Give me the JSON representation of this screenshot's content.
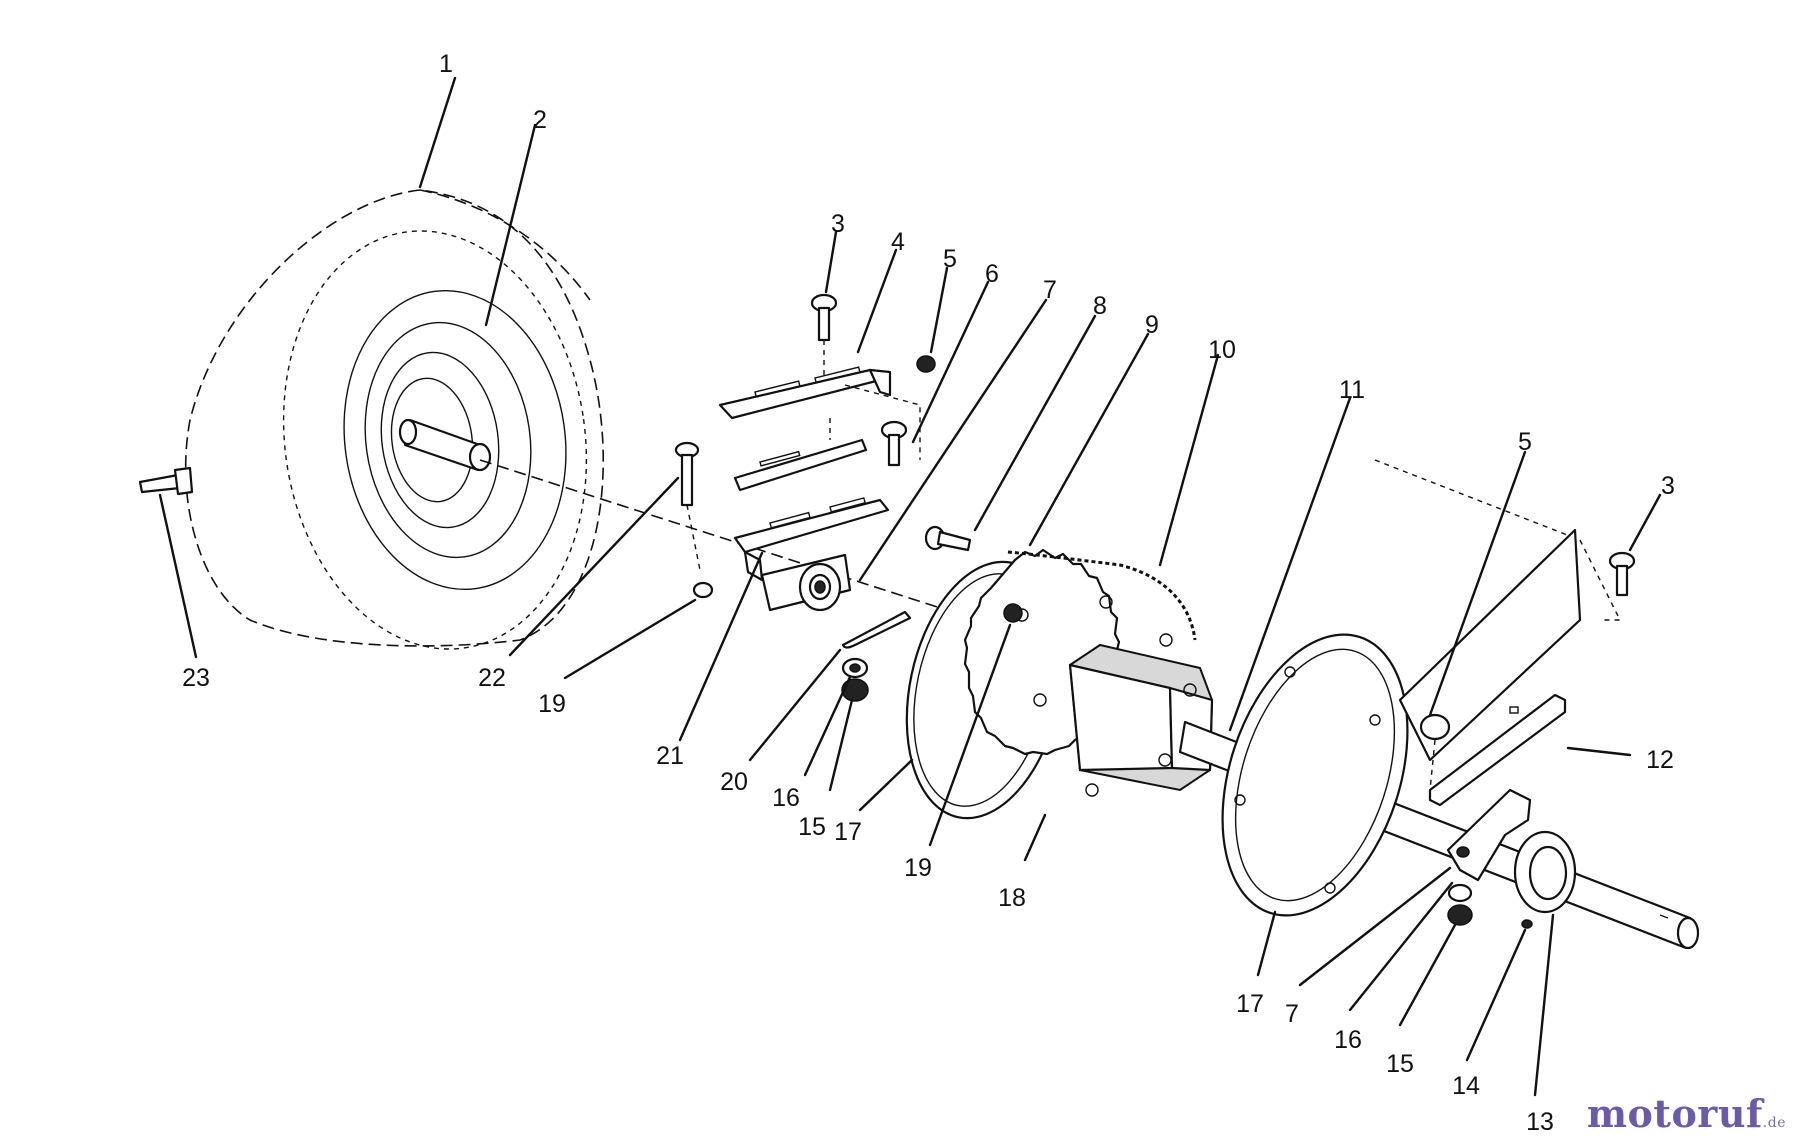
{
  "callouts": [
    "1",
    "2",
    "3",
    "4",
    "5",
    "6",
    "7",
    "8",
    "9",
    "10",
    "11",
    "3",
    "5",
    "12",
    "23",
    "22",
    "19",
    "21",
    "20",
    "16",
    "15",
    "17",
    "19",
    "18",
    "17",
    "7",
    "16",
    "15",
    "14",
    "13"
  ],
  "watermark": {
    "brand": "motoruf",
    "tld": ".de"
  },
  "colors": {
    "ink": "#111111",
    "watermark_purple": "#6a5aa8",
    "watermark_orange": "#e0a020"
  }
}
